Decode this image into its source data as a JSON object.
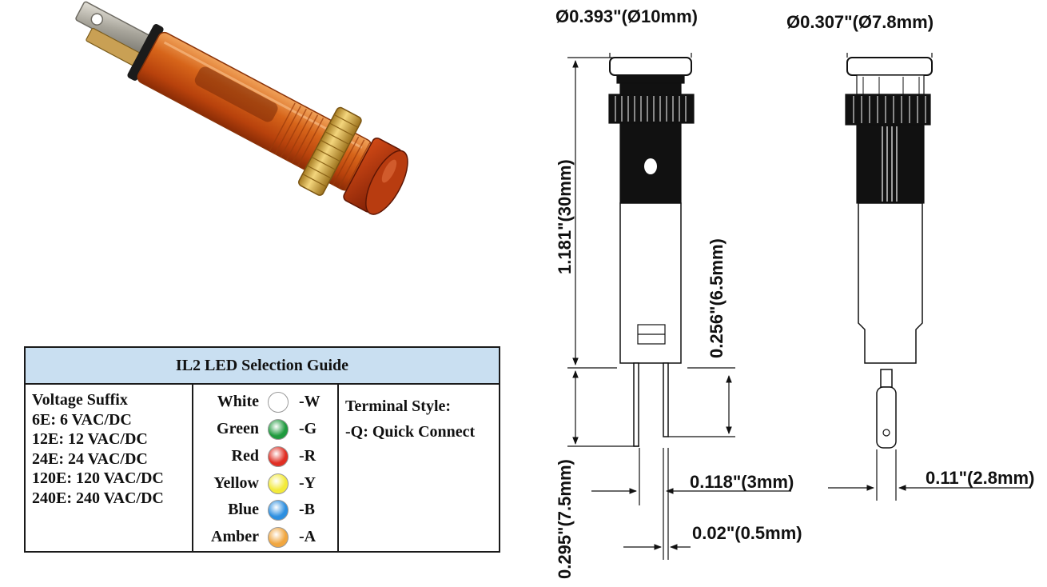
{
  "guide": {
    "title": "IL2 LED Selection Guide",
    "voltage": [
      "Voltage Suffix",
      "6E: 6 VAC/DC",
      "12E: 12 VAC/DC",
      "24E: 24 VAC/DC",
      "120E: 120 VAC/DC",
      "240E: 240 VAC/DC"
    ],
    "colors": [
      {
        "name": "White",
        "suffix": "-W",
        "color": "#ffffff"
      },
      {
        "name": "Green",
        "suffix": "-G",
        "color": "#1f9a3e"
      },
      {
        "name": "Red",
        "suffix": "-R",
        "color": "#e02f24"
      },
      {
        "name": "Yellow",
        "suffix": "-Y",
        "color": "#f3ea3a"
      },
      {
        "name": "Blue",
        "suffix": "-B",
        "color": "#2d8fe0"
      },
      {
        "name": "Amber",
        "suffix": "-A",
        "color": "#f0a640"
      }
    ],
    "terminal": {
      "heading": "Terminal Style:",
      "option": "-Q: Quick Connect"
    }
  },
  "dims": {
    "front_diameter": "Ø0.393\"(Ø10mm)",
    "side_diameter": "Ø0.307\"(Ø7.8mm)",
    "overall_length": "1.181\"(30mm)",
    "section_length": "0.256\"(6.5mm)",
    "terminal_length": "0.295\"(7.5mm)",
    "terminal_width_front": "0.118\"(3mm)",
    "terminal_thickness": "0.02\"(0.5mm)",
    "terminal_width_side": "0.11\"(2.8mm)"
  },
  "palette": {
    "lens_amber": "#c2470d",
    "body_amber": "#cf5a10",
    "brass": "#d8a93c",
    "metal": "#b9b7b0",
    "header_blue": "#c9dff1"
  }
}
